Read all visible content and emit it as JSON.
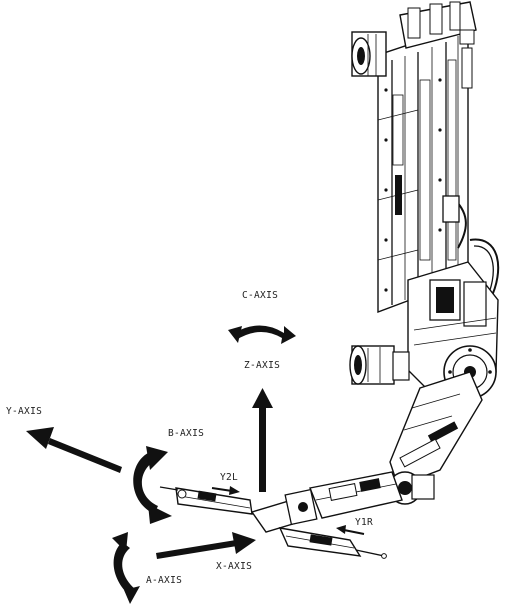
{
  "labels": {
    "c_axis": "C-AXIS",
    "z_axis": "Z-AXIS",
    "y_axis": "Y-AXIS",
    "b_axis": "B-AXIS",
    "y2l": "Y2L",
    "y1r": "Y1R",
    "x_axis": "X-AXIS",
    "a_axis": "A-AXIS"
  },
  "colors": {
    "ink": "#111111",
    "background": "#ffffff"
  }
}
